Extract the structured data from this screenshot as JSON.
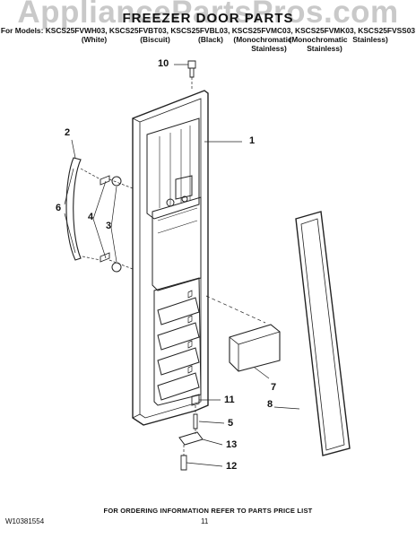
{
  "watermark": "AppliancePartsPros.com",
  "header": {
    "title": "FREEZER DOOR PARTS",
    "models_line": "For Models: KSCS25FVWH03, KSCS25FVBT03, KSCS25FVBL03, KSCS25FVMC03, KSCS25FVMK03, KSCS25FVSS03",
    "variants": [
      "(White)",
      "(Biscuit)",
      "(Black)",
      "(Monochromatic Stainless)",
      "(Monochromatic Stainless)",
      "Stainless)"
    ],
    "variant_lines": [
      [
        "(White)"
      ],
      [
        "(Biscuit)"
      ],
      [
        "(Black)"
      ],
      [
        "(Monochromatic",
        "Stainless)"
      ],
      [
        "(Monochromatic",
        "Stainless)"
      ],
      [
        "Stainless)"
      ]
    ]
  },
  "callouts": [
    "10",
    "1",
    "2",
    "4",
    "3",
    "6",
    "7",
    "8",
    "11",
    "5",
    "13",
    "12"
  ],
  "footer": {
    "order_info": "FOR ORDERING INFORMATION REFER TO PARTS PRICE LIST",
    "doc_number": "W10381554",
    "page": "11"
  },
  "colors": {
    "line": "#222222",
    "watermark": "#c9c9c9"
  }
}
